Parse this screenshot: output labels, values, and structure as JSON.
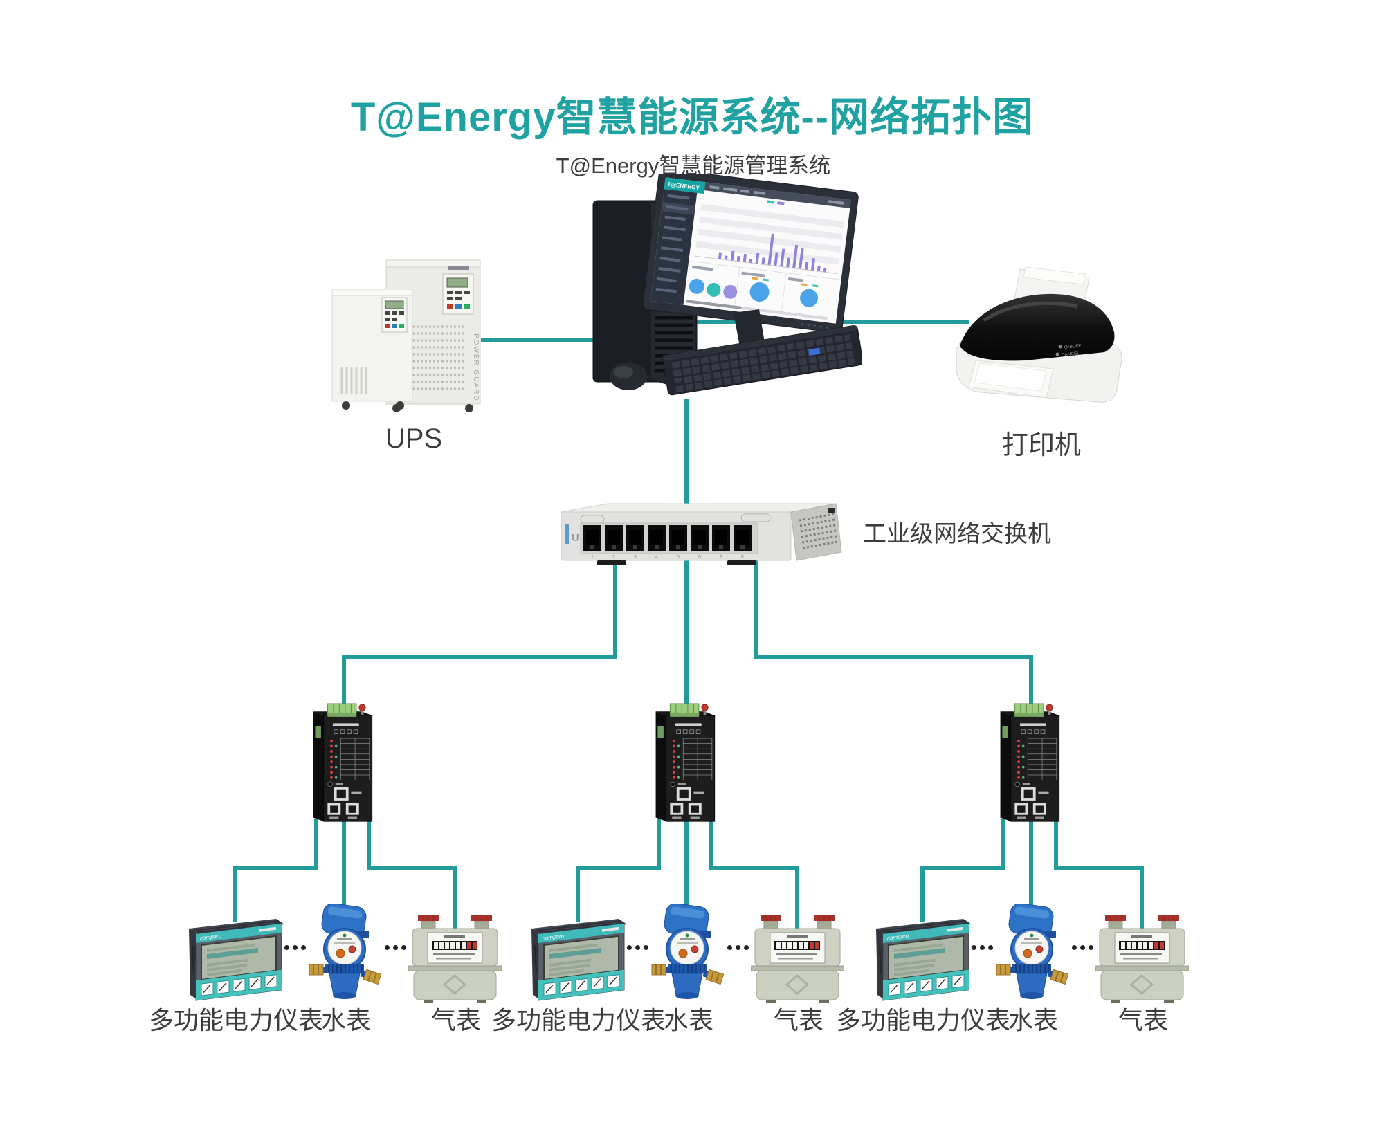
{
  "title": "T@Energy智慧能源系统--网络拓扑图",
  "labels": {
    "system": "T@Energy智慧能源管理系统",
    "ups": "UPS",
    "printer": "打印机",
    "switch": "工业级网络交换机"
  },
  "computer": {
    "screen_logo": "T@ENERGY"
  },
  "ups": {
    "side_text": "POWER GUARD"
  },
  "printer": {
    "power_button": "ON/OFF",
    "cancel_button": "CANCEL"
  },
  "switch": {
    "logo": "U",
    "ports": [
      "1",
      "2",
      "3",
      "4",
      "5",
      "6",
      "7",
      "8"
    ]
  },
  "power_meter": {
    "brand": "comparo"
  },
  "groups": [
    {
      "power_meter_label": "多功能电力仪表",
      "water_meter_label": "水表",
      "gas_meter_label": "气表",
      "dots": "•••"
    },
    {
      "power_meter_label": "多功能电力仪表",
      "water_meter_label": "水表",
      "gas_meter_label": "气表",
      "dots": "•••"
    },
    {
      "power_meter_label": "多功能电力仪表",
      "water_meter_label": "水表",
      "gas_meter_label": "气表",
      "dots": "•••"
    }
  ],
  "colors": {
    "accent_teal": "#21A2A2",
    "line_teal": "#249B9B"
  }
}
